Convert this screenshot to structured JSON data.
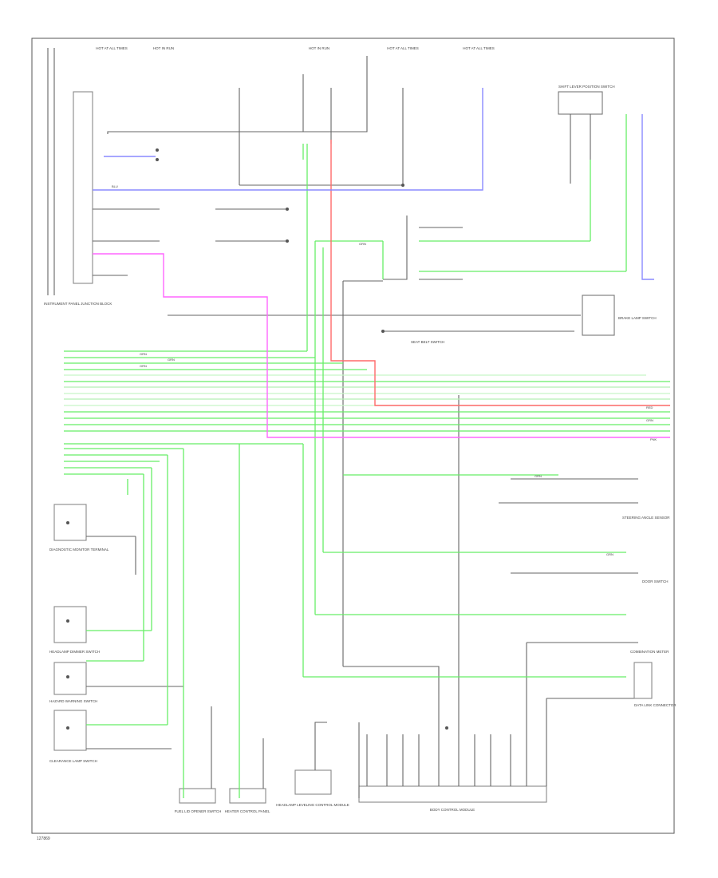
{
  "diagram": {
    "footer_code": "127869",
    "colors": {
      "frame": "#555555",
      "wire_black": "#555555",
      "wire_green": "#66ee66",
      "wire_red": "#ff6a6a",
      "wire_blue": "#8a8aff",
      "wire_pink": "#ff66ff",
      "wire_gray": "#aaaaaa"
    },
    "top_labels": [
      "HOT IN RUN",
      "HOT AT ALL TIMES",
      "HOT IN RUN",
      "HOT AT ALL TIMES",
      "HOT AT ALL TIMES"
    ],
    "left_components": [
      "INSTRUMENT PANEL JUNCTION BLOCK",
      "DIAGNOSTIC MONITOR TERMINAL",
      "HEADLAMP DIMMER SWITCH",
      "HAZARD WARNING SWITCH",
      "CLEARANCE LAMP SWITCH"
    ],
    "right_components": [
      "SHIFT LEVER POSITION SWITCH",
      "BRAKE LAMP SWITCH",
      "STEERING ANGLE SENSOR",
      "DOOR SWITCH",
      "COMBINATION METER",
      "DATA LINK CONNECTOR",
      "SEAT BELT SWITCH"
    ],
    "bottom_components": [
      "FUEL LID OPENER SWITCH",
      "HEATER CONTROL PANEL",
      "HEADLAMP LEVELING CONTROL MODULE",
      "BODY CONTROL MODULE"
    ],
    "wire_tags": [
      "GRN",
      "GRN",
      "GRN",
      "BLU",
      "GRN",
      "RED",
      "GRN",
      "PNK",
      "GRN",
      "GRN"
    ]
  }
}
